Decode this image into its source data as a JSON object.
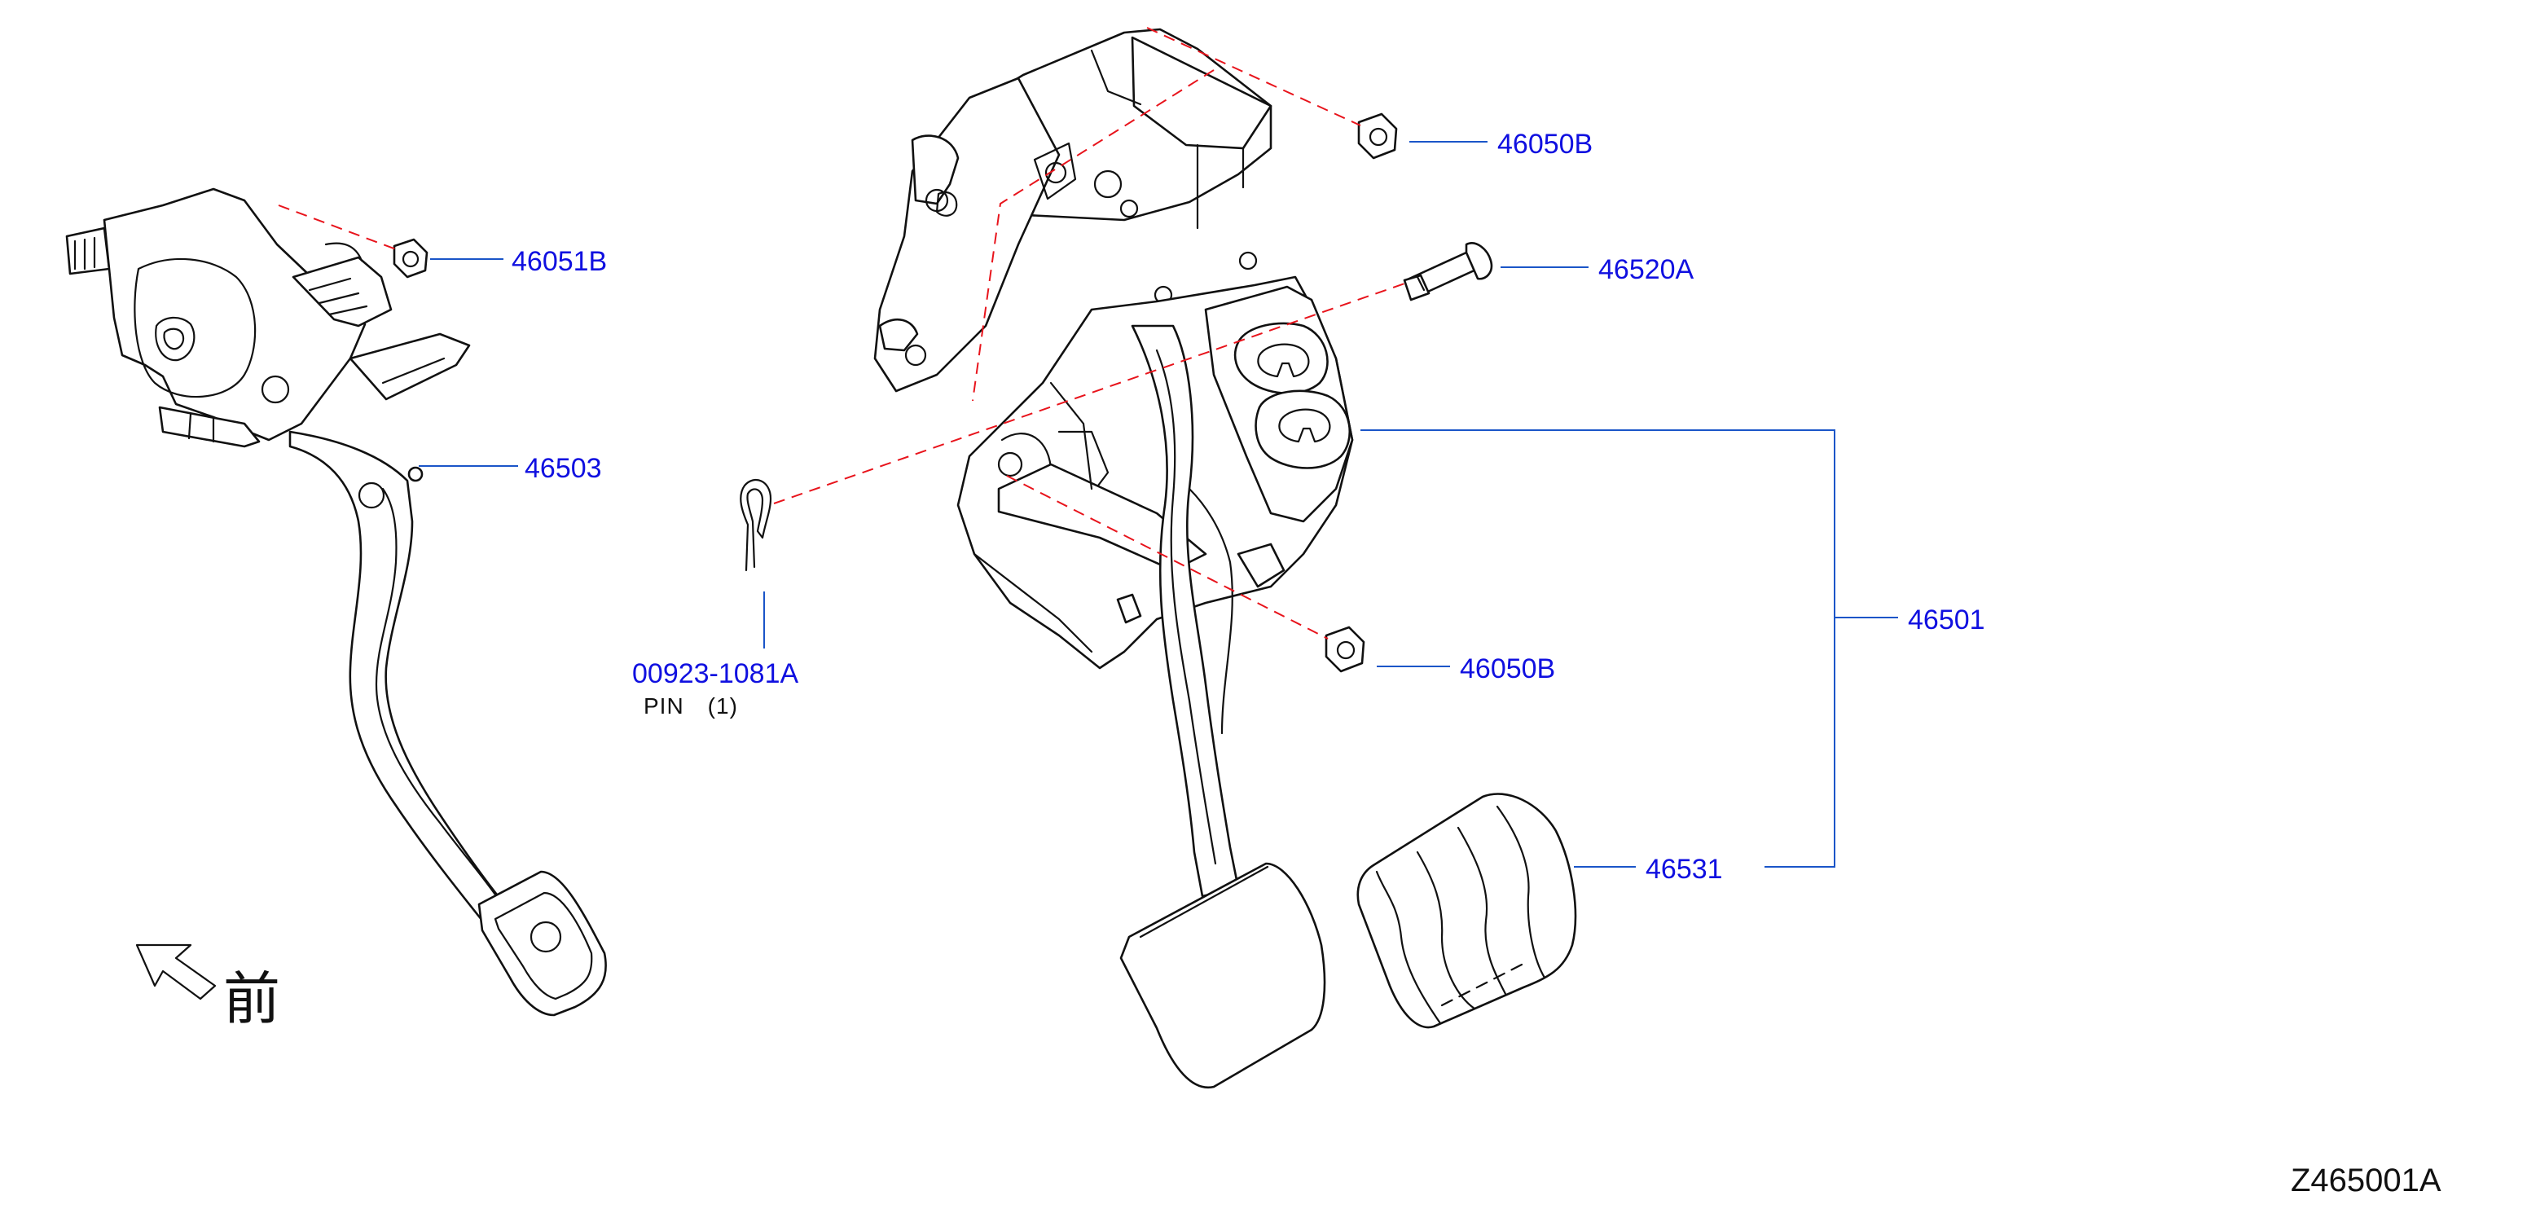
{
  "diagram": {
    "id_code": "Z465001A",
    "front_direction_label": "前",
    "callouts": {
      "bracket_nut_upper": "46050B",
      "bracket_bolt": "46520A",
      "clutch_nut": "46051B",
      "clutch_pedal": "46503",
      "brake_pedal_assembly": "46501",
      "pin_part": "00923-1081A",
      "pin_note": "PIN　(1)",
      "bracket_nut_lower": "46050B",
      "pedal_pad": "46531"
    }
  },
  "colors": {
    "callout_text": "#1010e0",
    "leader_line": "#1a55c8",
    "phantom_line": "#e8141c",
    "linework": "#111111"
  }
}
